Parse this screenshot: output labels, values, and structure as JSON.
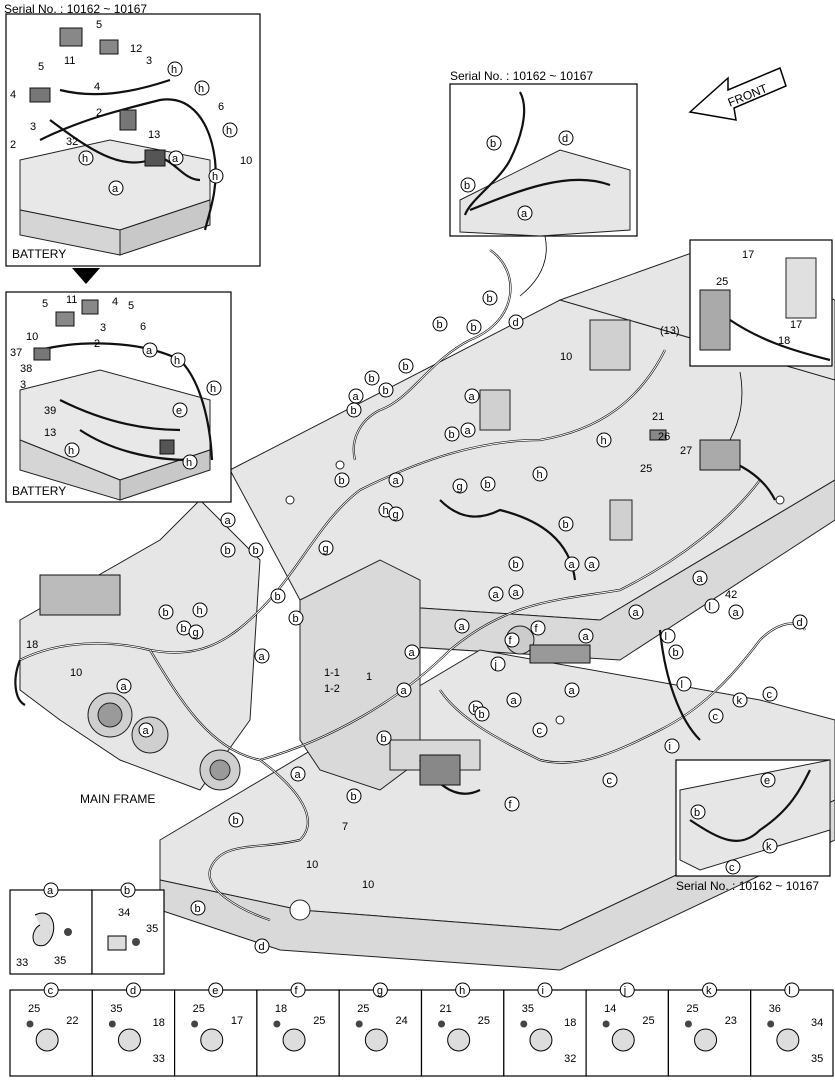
{
  "header": {
    "serial_top_left": "Serial No. : 10162 ~ 10167"
  },
  "battery_panel_1": {
    "label": "BATTERY",
    "part_numbers": [
      "5",
      "12",
      "3",
      "11",
      "5",
      "4",
      "4",
      "2",
      "6",
      "3",
      "32",
      "13",
      "2",
      "10"
    ],
    "callouts": [
      "h",
      "h",
      "h",
      "h",
      "a",
      "a",
      "h"
    ]
  },
  "battery_panel_2": {
    "label": "BATTERY",
    "part_numbers": [
      "5",
      "11",
      "4",
      "5",
      "10",
      "3",
      "2",
      "6",
      "37",
      "38",
      "3",
      "39",
      "13"
    ],
    "callouts": [
      "a",
      "h",
      "e",
      "h",
      "h",
      "h"
    ]
  },
  "inset_top": {
    "serial": "Serial No. : 10162 ~ 10167",
    "callouts": [
      "b",
      "d",
      "b",
      "a"
    ]
  },
  "front_arrow": {
    "label": "FRONT"
  },
  "inset_right": {
    "part_numbers": [
      "17",
      "25",
      "17",
      "18"
    ]
  },
  "inset_bottom_right": {
    "serial": "Serial No. : 10162 ~ 10167",
    "callouts": [
      "e",
      "b",
      "k",
      "c"
    ]
  },
  "main": {
    "title": "MAIN FRAME",
    "part_numbers": [
      "(13)",
      "10",
      "21",
      "26",
      "27",
      "25",
      "42",
      "18",
      "10",
      "1-1",
      "1-2",
      "1",
      "7",
      "10",
      "10"
    ],
    "callouts": [
      "b",
      "d",
      "b",
      "b",
      "a",
      "b",
      "b",
      "a",
      "b",
      "h",
      "b",
      "a",
      "g",
      "b",
      "h",
      "b",
      "b",
      "a",
      "h",
      "g",
      "g",
      "b",
      "b",
      "b",
      "b",
      "b",
      "a",
      "b",
      "h",
      "g",
      "a",
      "b",
      "b",
      "a",
      "a",
      "a",
      "a",
      "a",
      "l",
      "d",
      "a",
      "l",
      "b",
      "l",
      "k",
      "c",
      "c",
      "i",
      "f",
      "f",
      "j",
      "a",
      "b",
      "a",
      "a",
      "a",
      "c",
      "a",
      "b",
      "c",
      "a",
      "a",
      "b",
      "b",
      "a",
      "a",
      "a",
      "f",
      "b",
      "d",
      "b"
    ]
  },
  "detail_row_top": [
    {
      "id": "a",
      "parts": [
        "33",
        "35"
      ]
    },
    {
      "id": "b",
      "parts": [
        "34",
        "35"
      ]
    }
  ],
  "detail_row_bottom": [
    {
      "id": "c",
      "parts": [
        "25",
        "22"
      ]
    },
    {
      "id": "d",
      "parts": [
        "35",
        "18",
        "33"
      ]
    },
    {
      "id": "e",
      "parts": [
        "25",
        "17"
      ]
    },
    {
      "id": "f",
      "parts": [
        "18",
        "25"
      ]
    },
    {
      "id": "g",
      "parts": [
        "25",
        "24"
      ]
    },
    {
      "id": "h",
      "parts": [
        "21",
        "25"
      ]
    },
    {
      "id": "i",
      "parts": [
        "35",
        "18",
        "32"
      ]
    },
    {
      "id": "j",
      "parts": [
        "14",
        "25"
      ]
    },
    {
      "id": "k",
      "parts": [
        "25",
        "23"
      ]
    },
    {
      "id": "l",
      "parts": [
        "36",
        "34",
        "35"
      ]
    }
  ]
}
